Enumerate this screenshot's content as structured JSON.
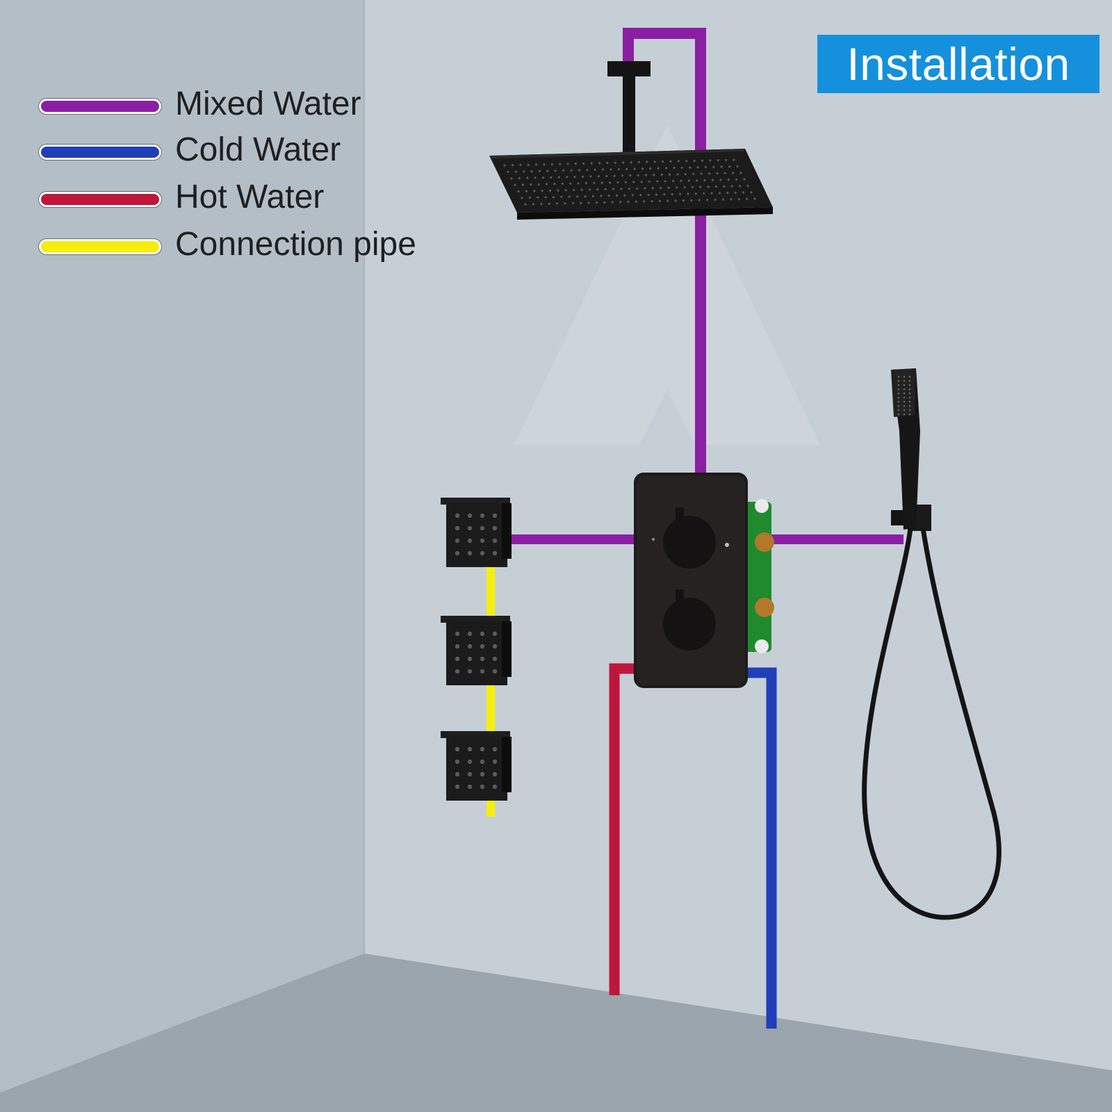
{
  "title": "Installation",
  "legend": [
    {
      "label": "Mixed Water",
      "color": "#8a1fa3"
    },
    {
      "label": "Cold Water",
      "color": "#1f3fb8"
    },
    {
      "label": "Hot Water",
      "color": "#c0163c"
    },
    {
      "label": "Connection pipe",
      "color": "#f5ee0a"
    }
  ],
  "colors": {
    "title_bg": "#1590dd",
    "title_text": "#ffffff",
    "wall": "#c3ccd3",
    "floor": "#9aa5ad",
    "fixture": "#141414"
  },
  "icons": [
    "rain-shower-head-icon",
    "thermostatic-valve-icon",
    "body-jet-icon",
    "handheld-shower-icon",
    "shower-hose-icon"
  ]
}
